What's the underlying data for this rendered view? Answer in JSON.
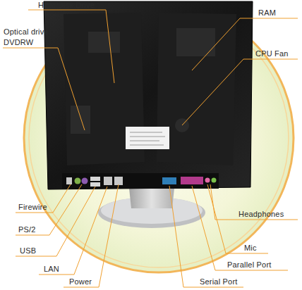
{
  "diagram": {
    "labels": [
      "Hard Disk Drive",
      "Optical drive DVDRW",
      "RAM",
      "CPU Fan",
      "Firewire",
      "PS/2",
      "USB",
      "LAN",
      "Power",
      "Headphones",
      "Mic",
      "Parallel Port",
      "Serial Port"
    ]
  }
}
